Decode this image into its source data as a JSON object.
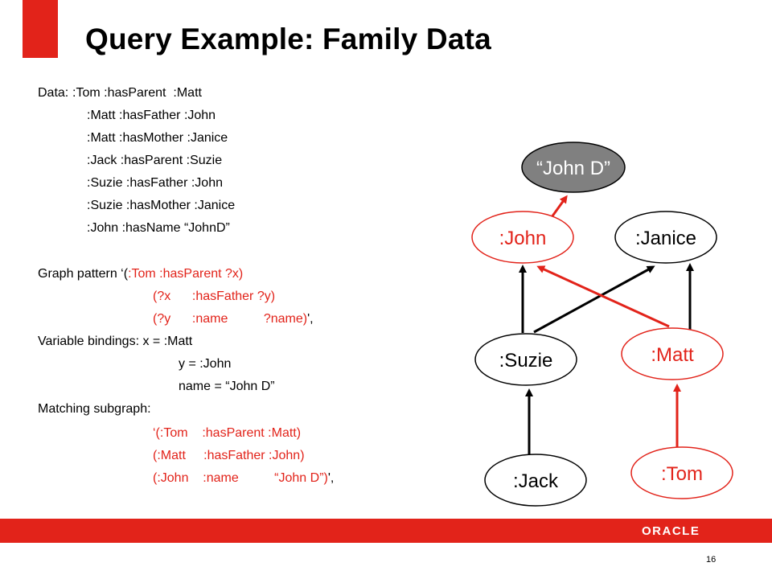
{
  "slide": {
    "title": "Query Example: Family Data",
    "page_number": "16",
    "logo_text": "ORACLE",
    "accent_color": "#e2231a"
  },
  "data_section": {
    "label": "Data:",
    "triples": [
      ":Tom :hasParent  :Matt",
      ":Matt :hasFather :John",
      ":Matt :hasMother :Janice",
      ":Jack :hasParent :Suzie",
      ":Suzie :hasFather :John",
      ":Suzie :hasMother :Janice",
      ":John :hasName “JohnD”"
    ]
  },
  "graph_pattern": {
    "label": "Graph pattern ‘(",
    "lines": [
      ":Tom :hasParent ?x)",
      "(?x      :hasFather ?y)",
      "(?y      :name          ?name)"
    ],
    "closing": "',"
  },
  "variable_bindings": {
    "label": "Variable bindings: x = :Matt",
    "lines": [
      "y = :John",
      "name = “John D”"
    ]
  },
  "matching_subgraph": {
    "label": "Matching subgraph:",
    "lines": [
      "‘(:Tom    :hasParent :Matt)",
      "(:Matt     :hasFather :John)",
      "(:John    :name          “John D”)"
    ],
    "closing": "',"
  },
  "graph_nodes": {
    "john_d": "“John D”",
    "john": ":John",
    "janice": ":Janice",
    "suzie": ":Suzie",
    "matt": ":Matt",
    "jack": ":Jack",
    "tom": ":Tom"
  },
  "colors": {
    "highlight": "#e2231a",
    "literal_node_fill": "#808080",
    "edge": "#000000"
  }
}
